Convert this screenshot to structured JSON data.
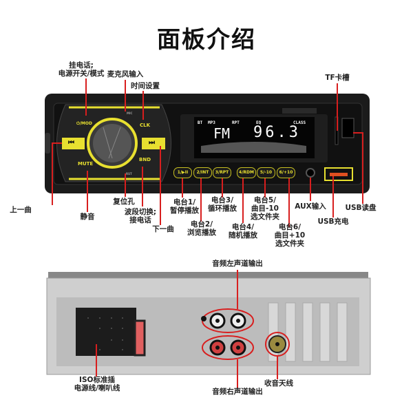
{
  "title": "面板介绍",
  "front": {
    "buttons": {
      "mod": "⏻/MOD",
      "clk": "CLK",
      "mute": "MUTE",
      "bnd": "BND",
      "mic": "MIC",
      "rst": "RST",
      "prev": "⏮",
      "next": "⏭"
    },
    "presets": [
      "1/▶II",
      "2/INT",
      "3/RPT",
      "4/RDM",
      "5/-10",
      "6/+10"
    ],
    "lcd": {
      "indicators": [
        "BT",
        "MP3",
        "RPT",
        "EQ",
        "CLASS"
      ],
      "band": "FM",
      "frequency": "96.3"
    },
    "labels": {
      "power": [
        "挂电话;",
        "电源开关/模式"
      ],
      "mic": "麦克风输入",
      "clock": "时间设置",
      "tf": "TF卡槽",
      "prev": "上一曲",
      "mute": "静音",
      "reset": "复位孔",
      "band": [
        "波段切换;",
        "接电话"
      ],
      "next": "下一曲",
      "p1": [
        "电台1/",
        "暂停播放"
      ],
      "p2": [
        "电台2/",
        "浏览播放"
      ],
      "p3": [
        "电台3/",
        "循环播放"
      ],
      "p4": [
        "电台4/",
        "随机播放"
      ],
      "p5": [
        "电台5/",
        "曲目-10",
        "选文件夹"
      ],
      "p6": [
        "电台6/",
        "曲目+10",
        "选文件夹"
      ],
      "aux": "AUX输入",
      "usb_charge": "USB充电",
      "usb_read": "USB读盘"
    }
  },
  "back": {
    "labels": {
      "left_out": "音频左声道输出",
      "iso": [
        "ISO标准插",
        "电源线/喇叭线"
      ],
      "right_out": "音频右声道输出",
      "antenna": "收音天线"
    }
  },
  "colors": {
    "accent": "#e8e030",
    "leader": "#d81e1e",
    "panel": "#1c1c1c",
    "metal": "#cfcfcf"
  }
}
